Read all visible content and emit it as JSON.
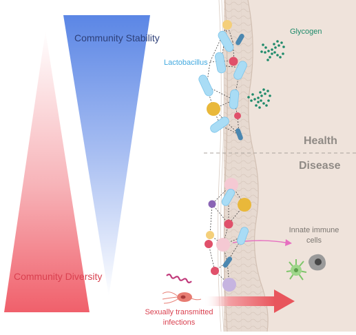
{
  "labels": {
    "community_diversity": "Community Diversity",
    "community_stability": "Community Stability",
    "lactobacillus": "Lactobacillus",
    "glycogen": "Glycogen",
    "health": "Health",
    "disease": "Disease",
    "innate_immune_cells": "Innate immune cells",
    "sexually_transmitted_infections": "Sexually transmitted infections"
  },
  "colors": {
    "diversity": "#f0606b",
    "stability": "#5b86e5",
    "lactobacillus": "#a9dcf5",
    "glycogen": "#1e8a6a",
    "tissue": "#efe3db",
    "epithelium": "#e4d6cc",
    "sti_arrow": "#e8555c",
    "immune_arrow": "#e66fc0"
  }
}
